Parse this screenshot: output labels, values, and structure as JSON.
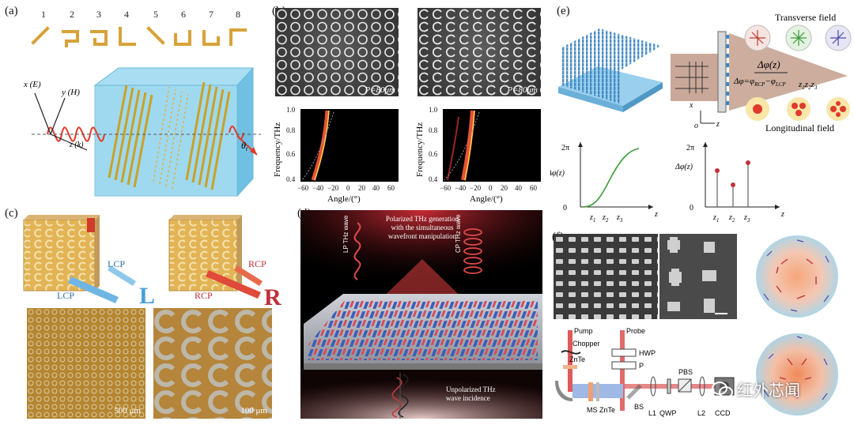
{
  "panels": {
    "a": {
      "label": "(a)",
      "indices": [
        "1",
        "2",
        "3",
        "4",
        "5",
        "6",
        "7",
        "8"
      ],
      "axis_x": "x (E)",
      "axis_y": "y (H)",
      "axis_k": "z (k)",
      "theta": "θ",
      "theta_sub": "t"
    },
    "b": {
      "label": "(b)",
      "period_left": "P=80μm",
      "period_right": "P=80μm",
      "ylabel": "Frequency/THz",
      "xlabel": "Angle/(°)",
      "yticks": [
        "1.0",
        "0.8",
        "0.6",
        "0.4"
      ],
      "xticks": [
        "−60",
        "−40",
        "−20",
        "0",
        "20",
        "40",
        "60"
      ]
    },
    "c": {
      "label": "(c)",
      "lcp_in": "LCP",
      "lcp_out": "LCP",
      "letter_l": "L",
      "rcp_in": "RCP",
      "rcp_out": "RCP",
      "letter_r": "R",
      "scale_left": "500 μm",
      "scale_right": "100 μm"
    },
    "d": {
      "label": "(d)",
      "title_lines": [
        "Polarized THz generation",
        "with the simultaneous",
        "wavefront manipulation"
      ],
      "lp_wave": "LP THz wave",
      "cp_wave": "CP THz wave",
      "bottom_lines": [
        "Unpolarized THz",
        "wave incidence"
      ]
    },
    "e": {
      "label": "(e)",
      "transverse": "Transverse field",
      "longitudinal": "Longitudinal field",
      "dphi": "Δφ(z)",
      "dphi_eq_lhs": "Δφ=φ",
      "dphi_eq_sub1": "RCP",
      "dphi_eq_mid": "−φ",
      "dphi_eq_sub2": "LCP",
      "z1": "z",
      "z1s": "1",
      "z2": "z",
      "z2s": "2",
      "z3": "z",
      "z3s": "3",
      "axis_x": "x",
      "axis_o": "o",
      "axis_z": "z",
      "plot_ylabel": "Δφ(z)",
      "plot_ytop": "2π",
      "plot_yzero": "0",
      "plot_xlabel": "z"
    },
    "f": {
      "label": "(f)",
      "pump": "Pump",
      "probe": "Probe",
      "chopper": "Chopper",
      "znte_top": "ZnTe",
      "hwp": "HWP",
      "p": "P",
      "pbs": "PBS",
      "ms_znte": "MS ZnTe",
      "bs": "BS",
      "l1": "L1",
      "qwp": "QWP",
      "l2": "L2",
      "ccd": "CCD"
    }
  },
  "watermark": {
    "text": "红外芯闻"
  },
  "colors": {
    "gold": "#d8a23a",
    "cyan_box": "#8fd3ee",
    "red_wave": "#e03a2a",
    "blue_pillar": "#3f6fbf",
    "green_curve": "#3f9a3a",
    "lollipop": "#c0303a"
  }
}
